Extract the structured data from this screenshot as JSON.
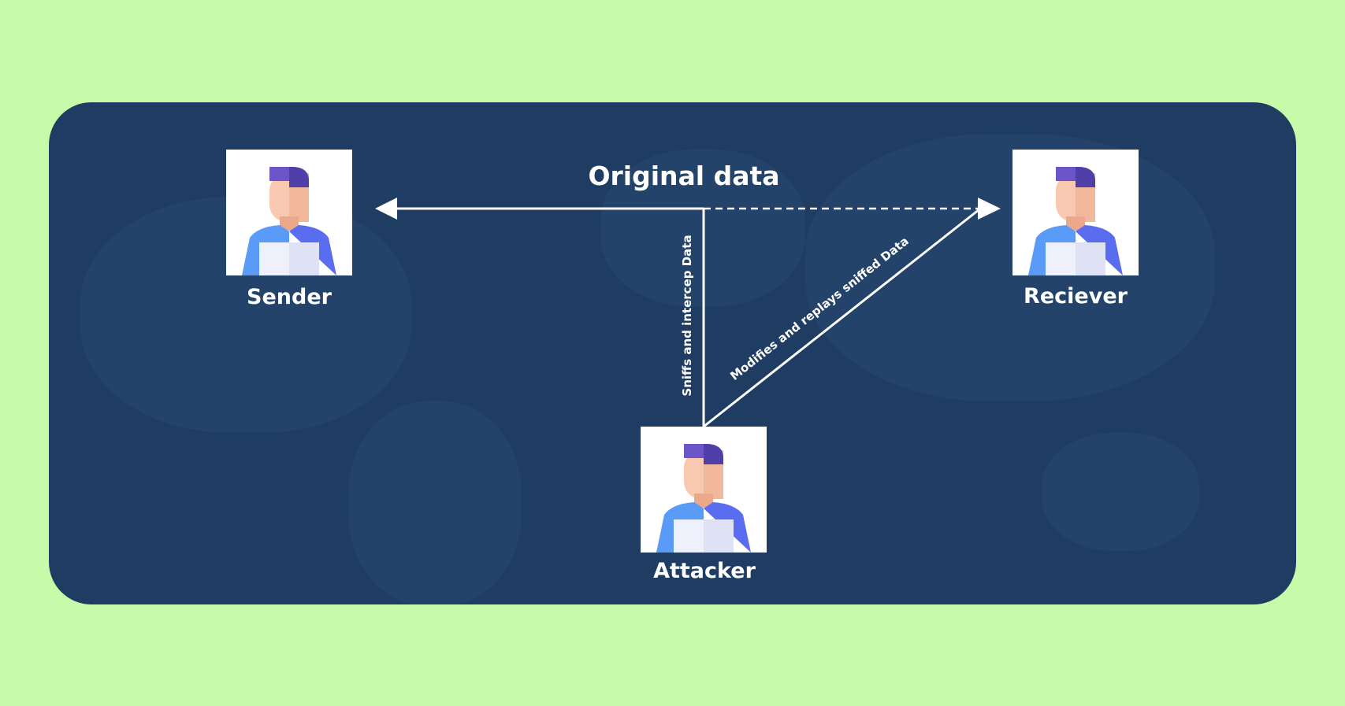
{
  "title": "Original data",
  "actors": {
    "sender": "Sender",
    "receiver": "Reciever",
    "attacker": "Attacker"
  },
  "edges": {
    "sniff": "Sniffs and intercep Data",
    "modify": "Modifies and replays sniffed Data"
  },
  "colors": {
    "background": "#c7fba9",
    "card": "#1f3c63",
    "line": "#ffffff"
  },
  "icons": [
    "person-laptop-icon"
  ]
}
